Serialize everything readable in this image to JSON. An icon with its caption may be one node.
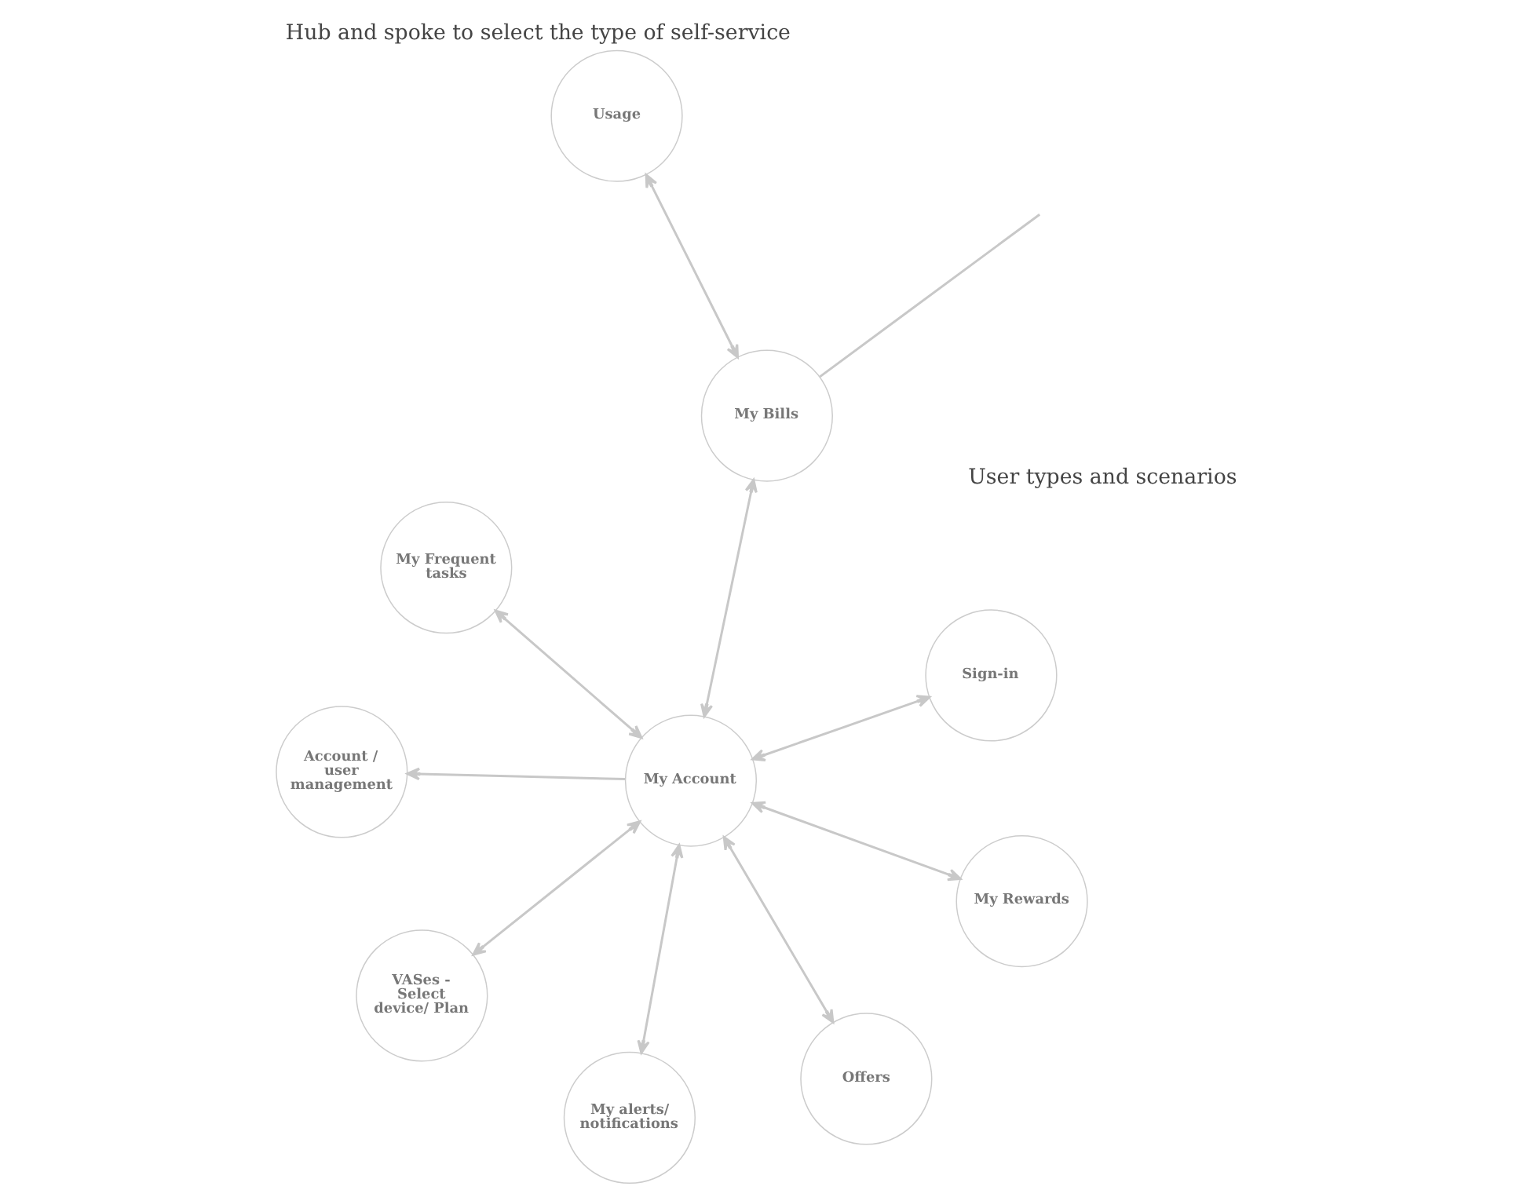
{
  "diagram": {
    "title": "Hub and spoke to select the type of self-service",
    "nodes": [
      {
        "text": [
          "My Frequent tasks"
        ]
      },
      {
        "text": [
          "Usage"
        ]
      },
      {
        "text": [
          "My alerts/ notifications"
        ]
      },
      {
        "text": [
          "My Bills"
        ]
      },
      {
        "text": [
          "Sign-in"
        ]
      },
      {
        "text": [
          "My Account"
        ]
      },
      {
        "text": [
          "Account / user management"
        ]
      },
      {
        "text": [
          "My Rewards"
        ]
      },
      {
        "text": [
          "VASes - Select device/ Plan"
        ]
      },
      {
        "text": [
          "Offers"
        ]
      }
    ],
    "edges": [
      {
        "from": 5,
        "to": 0,
        "arrow": "both"
      },
      {
        "from": 3,
        "to": 1,
        "arrow": "both"
      },
      {
        "from": 5,
        "to": 2,
        "arrow": "both"
      },
      {
        "from": 5,
        "to": 3,
        "arrow": "both"
      },
      {
        "from": 3,
        "to": null,
        "arrow": "none"
      },
      {
        "from": 4,
        "to": 5,
        "arrow": "both"
      },
      {
        "from": 5,
        "to": 6,
        "arrow": "to"
      },
      {
        "from": 5,
        "to": 7,
        "arrow": "both"
      },
      {
        "from": 5,
        "to": 8,
        "arrow": "both"
      },
      {
        "from": 5,
        "to": 9,
        "arrow": "both"
      }
    ],
    "labels": [
      "User types and scenarios"
    ]
  }
}
